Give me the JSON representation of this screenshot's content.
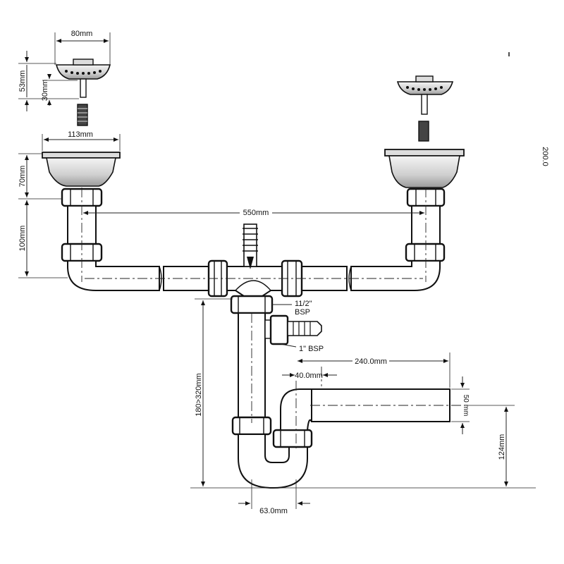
{
  "diagram": {
    "dimensions": {
      "strainer_diameter": "80mm",
      "strainer_height": "53mm",
      "strainer_stem": "30mm",
      "bowl_diameter": "113mm",
      "bowl_depth": "70mm",
      "tail_length": "100mm",
      "bowl_spacing": "550mm",
      "trap_height_range": "180>320mm",
      "outlet_length": "240.0mm",
      "outlet_offset": "40.0mm",
      "outlet_diameter": "50 mm",
      "outlet_height": "124mm",
      "trap_width": "63.0mm",
      "side_cut_label": "200.0"
    },
    "connections": {
      "inlet_thread_line1": "11/2\"",
      "inlet_thread_line2": "BSP",
      "spigot_thread": "1\" BSP"
    }
  }
}
